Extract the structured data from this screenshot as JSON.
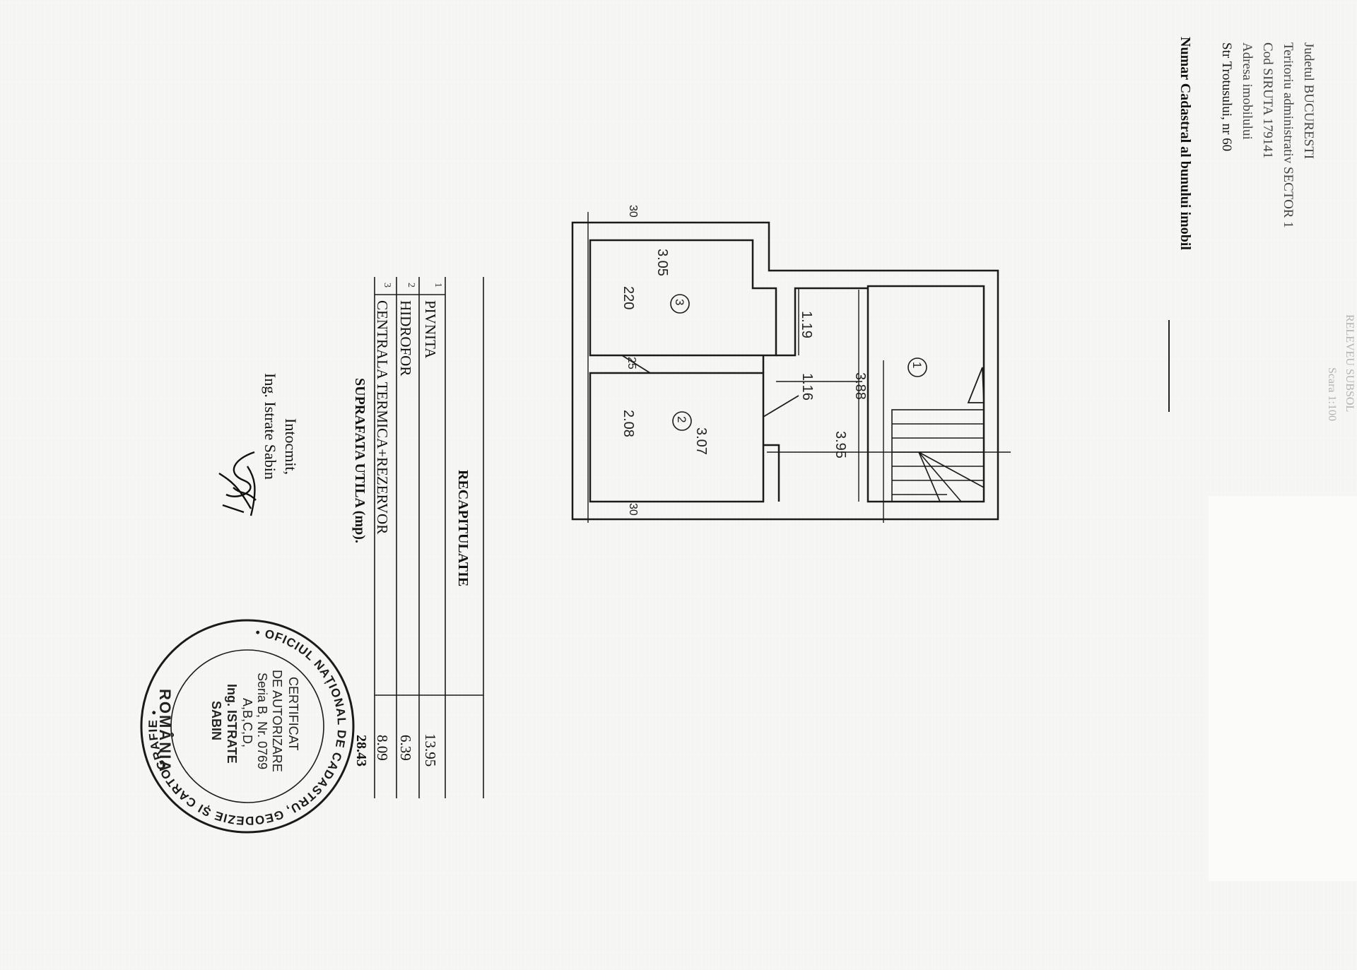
{
  "header": {
    "scale_title_faint": "RELEVEU SUBSOL",
    "scale_faint": "Scara 1:100",
    "judet": "Judetul BUCURESTI",
    "teritoriu": "Teritoriu administrativ SECTOR 1",
    "cod_siruta": "Cod SIRUTA   179141",
    "adresa_label": "Adresa imobilului",
    "adresa": "Str Trotusului, nr 60",
    "numar_cadastral": "Numar Cadastral al bunului imobil"
  },
  "floor_plan": {
    "dimensions": {
      "top_wall_left": "30",
      "top_wall_right": "30",
      "room3_width": "3.05",
      "room3_depth": "220",
      "niche_depth": "1.19",
      "partition": "25",
      "corridor_width": "1.16",
      "room2_depth": "2.08",
      "room2_width": "3.07",
      "room1_depth": "3.88",
      "room1_width": "3.95"
    },
    "room_markers": [
      "1",
      "2",
      "3"
    ]
  },
  "summary_table": {
    "title": "RECAPITULATIE",
    "rows": [
      {
        "nr": "1",
        "name": "PIVNITA",
        "area": "13.95"
      },
      {
        "nr": "2",
        "name": "HIDROFOR",
        "area": "6.39"
      },
      {
        "nr": "3",
        "name": "CENTRALA TERMICA+REZERVOR",
        "area": "8.09"
      }
    ],
    "total_label": "SUPRAFATA UTILA (mp).",
    "total_value": "28.43"
  },
  "author": {
    "label": "Intocmit,",
    "name": "Ing. Istrate Sabin"
  },
  "stamp": {
    "ring_text": "• OFICIUL NAȚIONAL DE CADASTRU, GEODEZIE ȘI CARTOGRAFIE •",
    "bottom_text": "ROMÂNIA",
    "line1": "CERTIFICAT",
    "line2": "DE AUTORIZARE",
    "line3": "Seria B, Nr. 0769",
    "line4": "A,B,C,D,",
    "line5": "Ing. ISTRATE",
    "line6": "SABIN"
  },
  "colors": {
    "ink": "#1a1a1a",
    "paper": "#f6f6f4"
  }
}
